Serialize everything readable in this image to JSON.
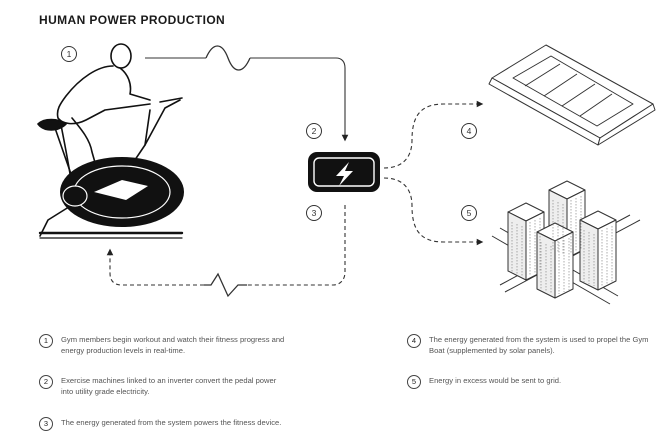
{
  "title": "HUMAN POWER PRODUCTION",
  "steps": [
    {
      "num": "1",
      "text": "Gym members begin workout and watch their fitness progress and energy production levels in real-time."
    },
    {
      "num": "2",
      "text": "Exercise machines linked to an inverter convert the pedal power into utility grade electricity."
    },
    {
      "num": "3",
      "text": "The energy generated from the system powers the fitness device."
    },
    {
      "num": "4",
      "text": "The energy generated from the system is used to propel the Gym Boat (supplemented by solar panels)."
    },
    {
      "num": "5",
      "text": "Energy in excess would be sent to grid."
    }
  ],
  "icons": {
    "cyclist": "stationary-bike-rider-icon",
    "inverter": "lightning-bolt-battery-icon",
    "boat": "gym-boat-icon",
    "grid": "city-buildings-icon"
  },
  "colors": {
    "ink": "#111111",
    "line": "#333333",
    "text": "#555555"
  }
}
